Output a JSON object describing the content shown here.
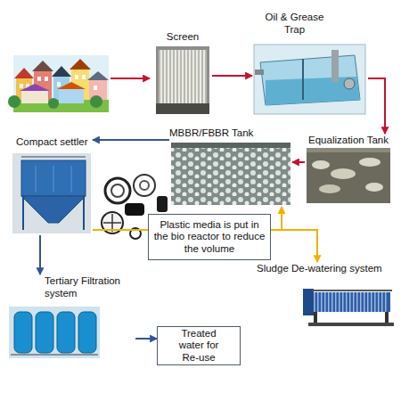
{
  "diagram": {
    "nodes": [
      {
        "text": [
          "Screen"
        ]
      },
      {
        "text": [
          "Oil & Grease Trap"
        ]
      },
      {
        "text": [
          "Equalization Tank"
        ]
      },
      {
        "text": [
          "MBBR/FBBR Tank"
        ]
      },
      {
        "text": [
          "Compact settler"
        ]
      },
      {
        "text": [
          "Plastic media is put in the bio reactor to reduce the volume"
        ]
      },
      {
        "text": [
          "Sludge De-watering system"
        ]
      },
      {
        "text": [
          "Tertiary Filtration system"
        ]
      },
      {
        "text": [
          "Treated water for Re-use"
        ]
      }
    ],
    "edges": [
      {
        "from": 0,
        "to": 1,
        "arrow": "to"
      },
      {
        "from": 1,
        "to": 2,
        "arrow": "to"
      },
      {
        "from": 2,
        "to": 3,
        "arrow": "to"
      },
      {
        "from": 3,
        "to": 4,
        "arrow": "to"
      },
      {
        "from": 4,
        "to": 7,
        "arrow": "to"
      },
      {
        "from": 7,
        "to": 8,
        "arrow": "to"
      },
      {
        "from": 4,
        "to": 3,
        "arrow": "to"
      },
      {
        "from": 4,
        "to": 6,
        "arrow": "to"
      }
    ]
  }
}
